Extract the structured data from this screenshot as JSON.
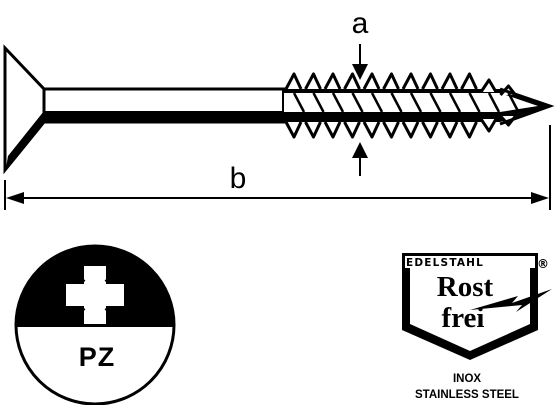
{
  "dimensions": {
    "thread_diameter_label": "a",
    "length_label": "b"
  },
  "drive": {
    "label": "PZ"
  },
  "brand": {
    "top_text": "EDELSTAHL",
    "registered_mark": "®",
    "line1": "Rost",
    "line2": "frei",
    "sub1": "INOX",
    "sub2": "STAINLESS STEEL"
  },
  "colors": {
    "ink": "#000000",
    "paper": "#ffffff"
  }
}
